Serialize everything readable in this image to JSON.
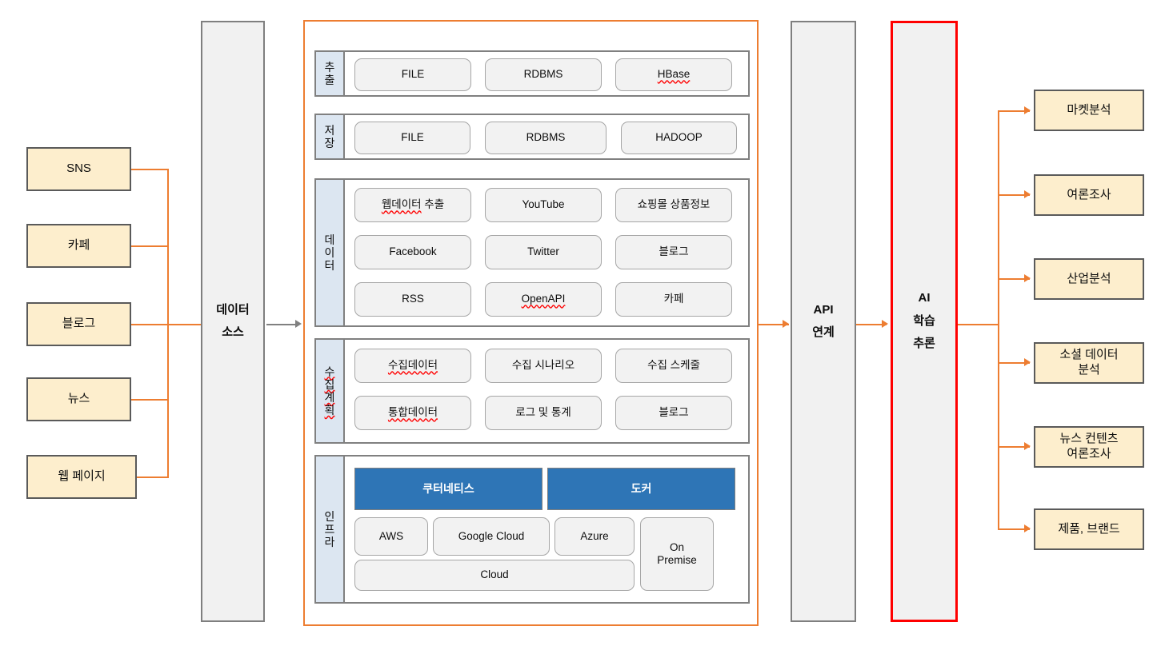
{
  "colors": {
    "source_fill": "#fdeecd",
    "source_border": "#5a5a5a",
    "pipe_fill": "#f1f1f1",
    "pipe_border": "#7f7f7f",
    "ai_border": "#ff0000",
    "container_border": "#ed7d31",
    "band_label_fill": "#dce6f1",
    "chip_fill": "#f2f2f2",
    "chip_border": "#a6a6a6",
    "accent_blue": "#2e75b6",
    "connector": "#ed7d31"
  },
  "left_sources": [
    {
      "label": "SNS"
    },
    {
      "label": "카페"
    },
    {
      "label": "블로그"
    },
    {
      "label": "뉴스"
    },
    {
      "label": "웹 페이지"
    }
  ],
  "data_source_column": {
    "lines": [
      "데이터",
      "소스"
    ]
  },
  "platform": {
    "bands": [
      {
        "name": "extract",
        "label_chars": [
          "추",
          "출"
        ],
        "label_misspelled": false,
        "items": [
          {
            "label": "FILE",
            "misspelled": false
          },
          {
            "label": "RDBMS",
            "misspelled": false
          },
          {
            "label": "HBase",
            "misspelled": true
          }
        ]
      },
      {
        "name": "storage",
        "label_chars": [
          "저",
          "장"
        ],
        "label_misspelled": false,
        "items": [
          {
            "label": "FILE",
            "misspelled": false
          },
          {
            "label": "RDBMS",
            "misspelled": false
          },
          {
            "label": "HADOOP",
            "misspelled": false
          }
        ]
      },
      {
        "name": "data",
        "label_chars": [
          "데",
          "이",
          "터"
        ],
        "label_misspelled": false,
        "items": [
          {
            "label": "웹데이터 추출",
            "misspelled": true
          },
          {
            "label": "YouTube",
            "misspelled": false
          },
          {
            "label": "쇼핑몰 상품정보",
            "misspelled": false
          },
          {
            "label": "Facebook",
            "misspelled": false
          },
          {
            "label": "Twitter",
            "misspelled": false
          },
          {
            "label": "블로그",
            "misspelled": false
          },
          {
            "label": "RSS",
            "misspelled": false
          },
          {
            "label": "OpenAPI",
            "misspelled": true
          },
          {
            "label": "카페",
            "misspelled": false
          }
        ]
      },
      {
        "name": "collection-plan",
        "label_chars": [
          "수",
          "집",
          "계",
          "획"
        ],
        "label_misspelled": true,
        "items": [
          {
            "label": "수집데이터",
            "misspelled": true
          },
          {
            "label": "수집 시나리오",
            "misspelled": false
          },
          {
            "label": "수집 스케줄",
            "misspelled": false
          },
          {
            "label": "통합데이터",
            "misspelled": true
          },
          {
            "label": "로그 및 통계",
            "misspelled": false
          },
          {
            "label": "블로그",
            "misspelled": false
          }
        ]
      },
      {
        "name": "infra",
        "label_chars": [
          "인",
          "프",
          "라"
        ],
        "label_misspelled": false,
        "items": [
          {
            "label": "쿠터네티스",
            "style": "blue"
          },
          {
            "label": "도커",
            "style": "blue"
          },
          {
            "label": "AWS",
            "style": "light"
          },
          {
            "label": "Google Cloud",
            "style": "light"
          },
          {
            "label": "Azure",
            "style": "light"
          },
          {
            "label": "On Premise",
            "style": "light"
          },
          {
            "label": "Cloud",
            "style": "light"
          }
        ]
      }
    ]
  },
  "api_column": {
    "lines": [
      "API",
      "연계"
    ]
  },
  "ai_column": {
    "lines": [
      "AI",
      "학습",
      "추론"
    ]
  },
  "right_outputs": [
    {
      "lines": [
        "마켓분석"
      ]
    },
    {
      "lines": [
        "여론조사"
      ]
    },
    {
      "lines": [
        "산업분석"
      ]
    },
    {
      "lines": [
        "소셜 데이터",
        "분석"
      ]
    },
    {
      "lines": [
        "뉴스 컨텐츠",
        "여론조사"
      ]
    },
    {
      "lines": [
        "제품, 브랜드"
      ]
    }
  ]
}
